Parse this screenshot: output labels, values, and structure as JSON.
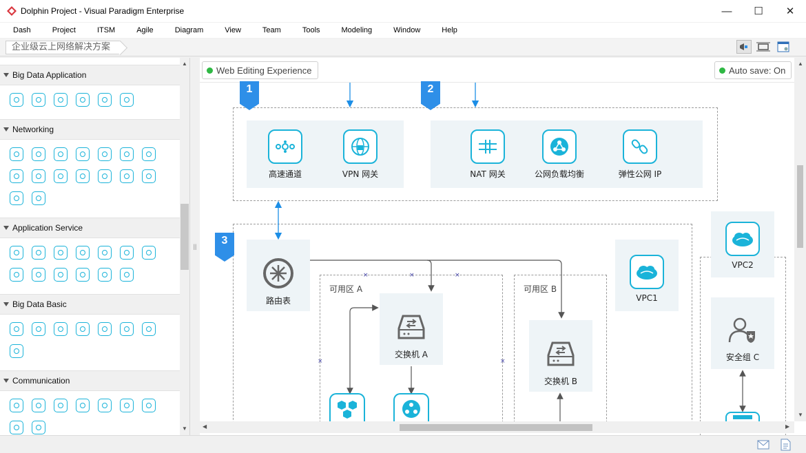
{
  "window": {
    "title": "Dolphin Project - Visual Paradigm Enterprise",
    "controls": {
      "minimize": "—",
      "maximize": "☐",
      "close": "✕"
    }
  },
  "menu": [
    "Dash",
    "Project",
    "ITSM",
    "Agile",
    "Diagram",
    "View",
    "Team",
    "Tools",
    "Modeling",
    "Window",
    "Help"
  ],
  "breadcrumb": "企业级云上网络解决方案",
  "palette": {
    "sections": [
      {
        "label": "Big Data Application",
        "rows": [
          6
        ]
      },
      {
        "label": "Networking",
        "rows": [
          7,
          7,
          2
        ]
      },
      {
        "label": "Application Service",
        "rows": [
          7,
          6
        ]
      },
      {
        "label": "Big Data Basic",
        "rows": [
          7,
          1
        ]
      },
      {
        "label": "Communication",
        "rows": [
          7,
          2
        ]
      }
    ]
  },
  "diagram": {
    "web_editing": "Web Editing Experience",
    "auto_save": "Auto save: On",
    "badges": [
      "1",
      "2",
      "3"
    ],
    "nodes": {
      "express_channel": "高速通道",
      "vpn_gateway": "VPN 网关",
      "nat_gateway": "NAT 网关",
      "public_lb": "公网负载均衡",
      "elastic_ip": "弹性公网 IP",
      "router_table": "路由表",
      "switch_a": "交换机 A",
      "switch_b": "交换机 B",
      "vpc1": "VPC1",
      "vpc2": "VPC2",
      "security_group": "安全组 C"
    },
    "zones": {
      "zone_a": "可用区 A",
      "zone_b": "可用区 B"
    }
  },
  "colors": {
    "accent": "#1ab3d9",
    "badge": "#2e8fe8",
    "status_green": "#2fb844",
    "arrow": "#1c8ee6"
  }
}
